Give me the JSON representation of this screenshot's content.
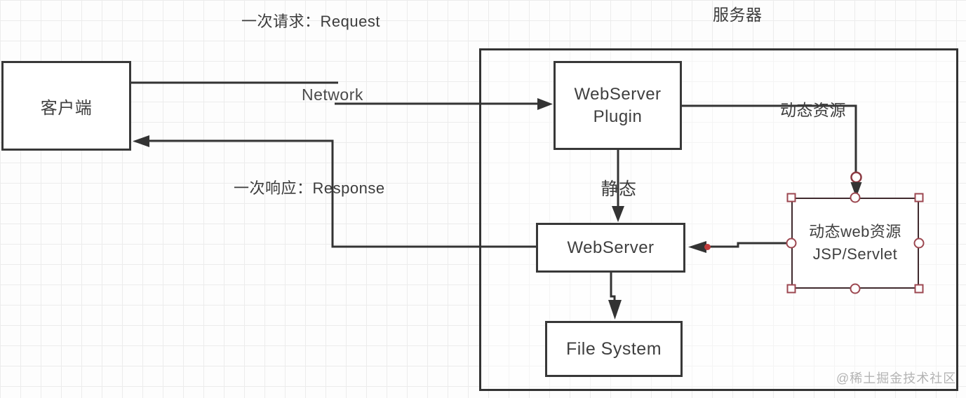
{
  "diagram": {
    "labels": {
      "request": "一次请求：Request",
      "server": "服务器",
      "network": "Network",
      "response": "一次响应：Response",
      "static_flow": "静态",
      "dynamic_flow": "动态资源"
    },
    "nodes": {
      "client": "客户端",
      "webserver_plugin": "WebServer\nPlugin",
      "webserver": "WebServer",
      "file_system": "File System",
      "dynamic_web": "动态web资源\nJSP/Servlet"
    },
    "watermark": "@稀土掘金技术社区",
    "colors": {
      "stroke": "#333333",
      "selected_border": "#402a2e",
      "selection_handle": "#9c4750",
      "endpoint_dot": "#c03a3a",
      "grid": "#ececec",
      "watermark": "#b3b3b3"
    }
  }
}
